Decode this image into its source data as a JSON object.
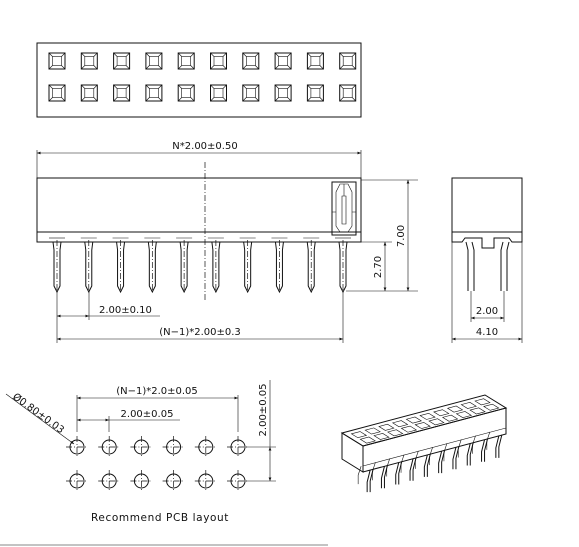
{
  "top_view": {
    "columns": 10,
    "rows": 2
  },
  "front_view": {
    "pins": 10,
    "overall_label": "N*2.00±0.50",
    "pitch_label": "2.00±0.10",
    "span_label": "(N−1)*2.00±0.3",
    "height_label": "7.00",
    "tail_label": "2.70"
  },
  "side_view": {
    "row_pitch_label": "2.00",
    "width_label": "4.10"
  },
  "pcb_layout": {
    "columns": 6,
    "rows": 2,
    "hole_label": "Ø0.80±0.03",
    "span_label": "(N−1)*2.0±0.05",
    "pitch_label": "2.00±0.05",
    "row_pitch_label": "2.00±0.05",
    "caption": "Recommend PCB layout"
  },
  "iso_view": {
    "columns": 10,
    "rows": 2
  }
}
